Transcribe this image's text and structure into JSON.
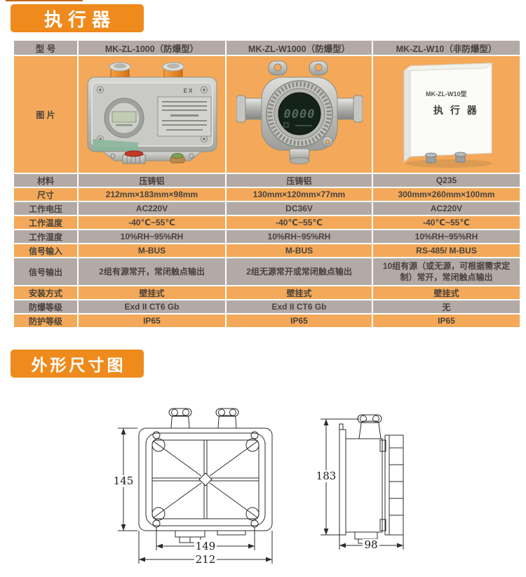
{
  "colors": {
    "accent_orange": "#ef8a1c",
    "row_orange": "#f3a959",
    "row_gray": "#b3aaa6",
    "text_dark": "#49423c"
  },
  "sections": {
    "actuator_title": "执行器",
    "dimensions_title": "外形尺寸图"
  },
  "table": {
    "model_label": "型  号",
    "models": [
      "MK-ZL-1000（防爆型）",
      "MK-ZL-W1000（防爆型）",
      "MK-ZL-W10（非防爆型）"
    ],
    "image_label": "图  片",
    "rows": [
      {
        "label": "材料",
        "values": [
          "压铸铝",
          "压铸铝",
          "Q235"
        ]
      },
      {
        "label": "尺寸",
        "values": [
          "212mm×183mm×98mm",
          "130mm×120mm×77mm",
          "300mm×260mm×100mm"
        ]
      },
      {
        "label": "工作电压",
        "values": [
          "AC220V",
          "DC36V",
          "AC220V"
        ]
      },
      {
        "label": "工作温度",
        "values": [
          "-40℃~55℃",
          "-40℃~55℃",
          "-40℃~55℃"
        ]
      },
      {
        "label": "工作湿度",
        "values": [
          "10%RH~95%RH",
          "10%RH~95%RH",
          "10%RH~95%RH"
        ]
      },
      {
        "label": "信号输入",
        "values": [
          "M-BUS",
          "M-BUS",
          "RS-485/ M-BUS"
        ]
      },
      {
        "label": "信号输出",
        "values": [
          "2组有源常开，常闭触点输出",
          "2组无源常开或常闭触点输出",
          "10组有源（或无源，可根据需求定制）常开，常闭触点输出"
        ]
      },
      {
        "label": "安装方式",
        "values": [
          "壁挂式",
          "壁挂式",
          "壁挂式"
        ]
      },
      {
        "label": "防爆等级",
        "values": [
          "Exd II CT6 Gb",
          "Exd II CT6 Gb",
          "无"
        ]
      },
      {
        "label": "防护等级",
        "values": [
          "IP65",
          "IP65",
          "IP65"
        ]
      }
    ]
  },
  "photos": {
    "p1_marking": "EX",
    "p2_lcd_value": "0000",
    "p3_title": "MK-ZL-W10型",
    "p3_subtitle": "执 行 器"
  },
  "drawing": {
    "front": {
      "height_dim": "145",
      "hole_span_dim": "149",
      "width_dim": "212"
    },
    "side": {
      "height_dim": "183",
      "depth_dim": "98"
    }
  }
}
